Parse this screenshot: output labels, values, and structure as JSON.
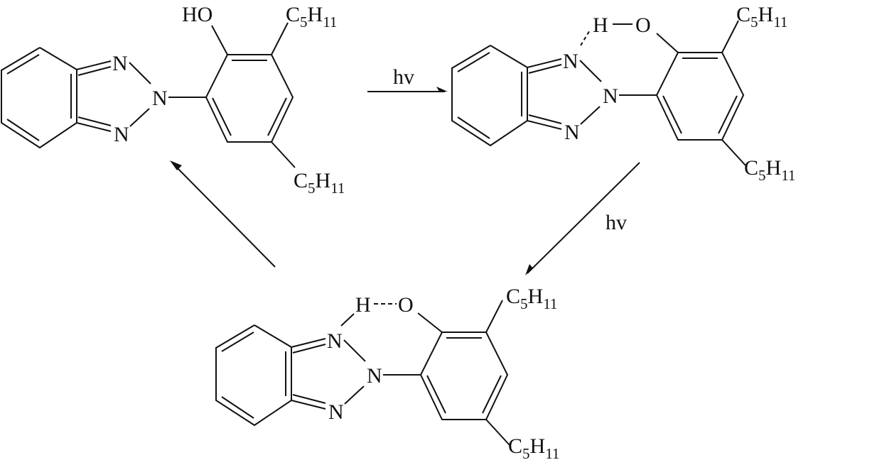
{
  "colors": {
    "ink": "#111111",
    "background": "#ffffff"
  },
  "molecules": [
    {
      "hydroxyl": "HO",
      "n_top": "N",
      "n_mid": "N",
      "n_bot": "N",
      "alkyl_top": {
        "main": "C",
        "sub1": "5",
        "h": "H",
        "sub2": "11"
      },
      "alkyl_bottom": {
        "main": "C",
        "sub1": "5",
        "h": "H",
        "sub2": "11"
      }
    },
    {
      "h": "H",
      "o": "O",
      "n_top": "N",
      "n_mid": "N",
      "n_bot": "N",
      "alkyl_top": {
        "main": "C",
        "sub1": "5",
        "h": "H",
        "sub2": "11"
      },
      "alkyl_bottom": {
        "main": "C",
        "sub1": "5",
        "h": "H",
        "sub2": "11"
      }
    },
    {
      "h": "H",
      "o": "O",
      "n_top": "N",
      "n_mid": "N",
      "n_bot": "N",
      "alkyl_top": {
        "main": "C",
        "sub1": "5",
        "h": "H",
        "sub2": "11"
      },
      "alkyl_bottom": {
        "main": "C",
        "sub1": "5",
        "h": "H",
        "sub2": "11"
      }
    }
  ],
  "arrows": {
    "top_label": "hv",
    "right_label": "hv"
  }
}
